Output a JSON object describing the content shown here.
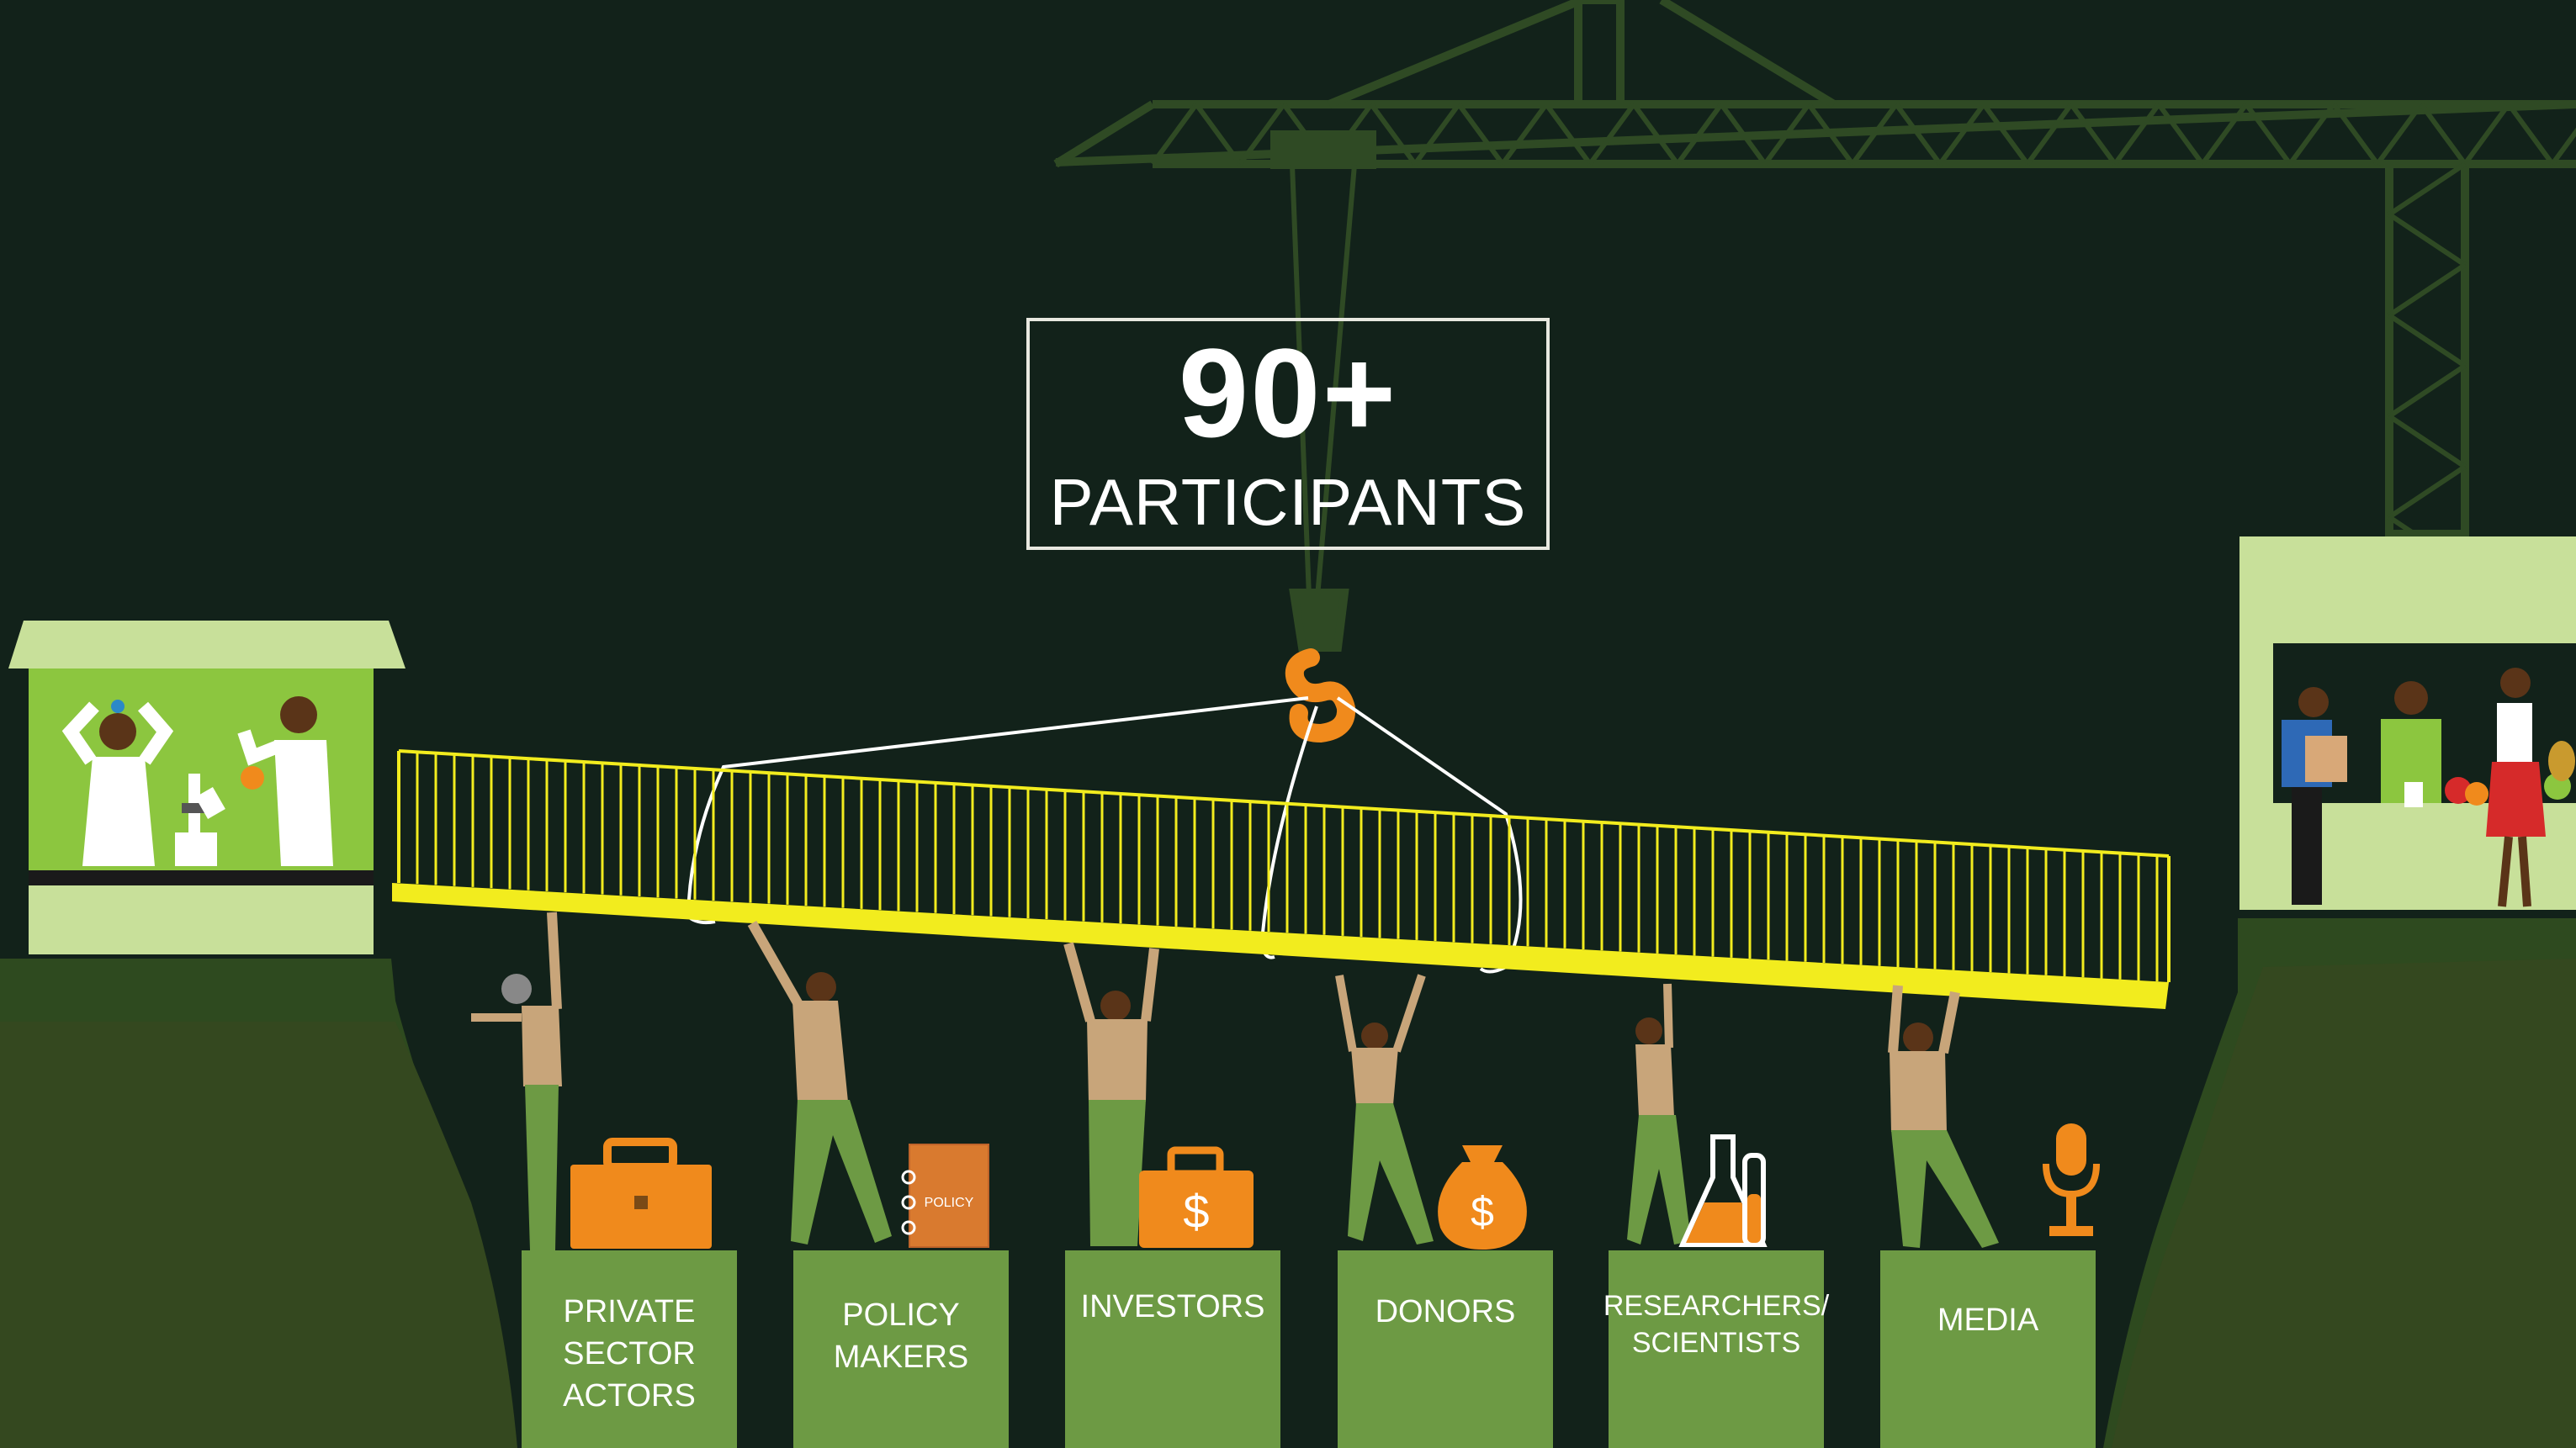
{
  "stat": {
    "number": "90+",
    "label": "PARTICIPANTS"
  },
  "stakeholders": [
    {
      "id": "private-sector",
      "label": "PRIVATE\nSECTOR\nACTORS",
      "icon": "briefcase-icon"
    },
    {
      "id": "policy-makers",
      "label": "POLICY\nMAKERS",
      "icon": "policy-book-icon",
      "icon_text": "POLICY"
    },
    {
      "id": "investors",
      "label": "INVESTORS",
      "icon": "dollar-briefcase-icon",
      "icon_text": "$"
    },
    {
      "id": "donors",
      "label": "DONORS",
      "icon": "money-bag-icon",
      "icon_text": "$"
    },
    {
      "id": "researchers",
      "label": "RESEARCHERS/\nSCIENTISTS",
      "icon": "lab-flask-icon"
    },
    {
      "id": "media",
      "label": "MEDIA",
      "icon": "microphone-icon"
    }
  ],
  "scene": {
    "left_booth": "laboratory-scientists",
    "right_booth": "market-vendors",
    "center": "crane-lifting-bridge"
  },
  "colors": {
    "background": "#12221a",
    "crane": "#2f4a24",
    "bridge": "#f2ec1e",
    "block": "#6d9a44",
    "icon_orange": "#f08a1c",
    "ground": "#2e4a1f",
    "booth_light": "#c8e09a",
    "booth_bright": "#8cc63f"
  }
}
